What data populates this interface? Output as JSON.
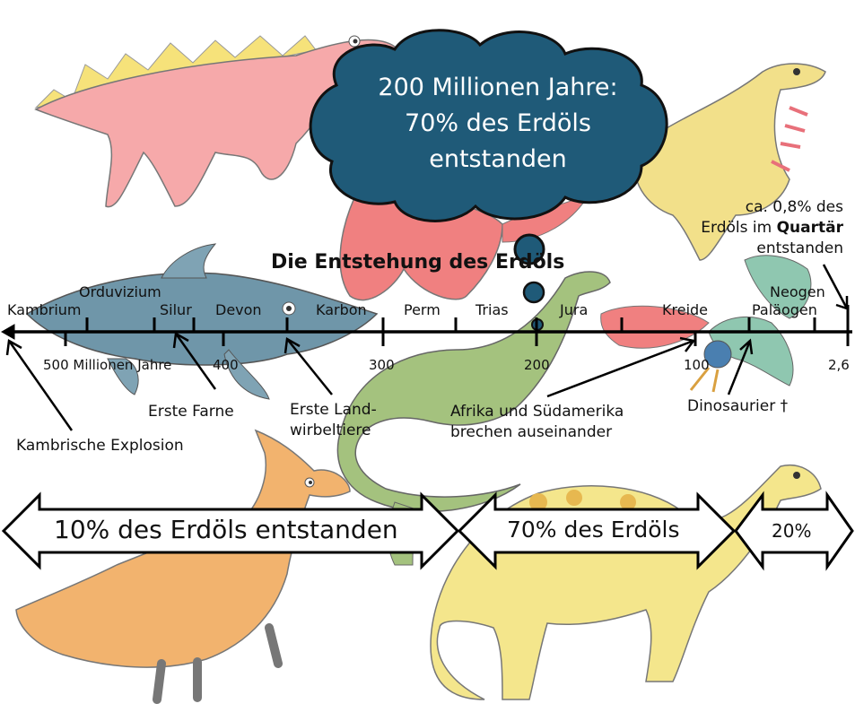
{
  "title": "Die Entstehung des Erdöls",
  "cloud": {
    "line1": "200 Millionen Jahre:",
    "line2": "70% des Erdöls",
    "line3": "entstanden"
  },
  "timeline": {
    "periods": [
      "Kambrium",
      "Orduvizium",
      "Silur",
      "Devon",
      "Karbon",
      "Perm",
      "Trias",
      "Jura",
      "Kreide",
      "Neogen",
      "Paläogen"
    ],
    "ticks": [
      "500 Millionen Jahre",
      "400",
      "300",
      "200",
      "100",
      "2,6"
    ]
  },
  "annotations": {
    "kambrische": "Kambrische Explosion",
    "farne": "Erste Farne",
    "land1": "Erste Land-",
    "land2": "wirbeltiere",
    "afrika1": "Afrika und Südamerika",
    "afrika2": "brechen auseinander",
    "dino": "Dinosaurier †",
    "quart1": "ca. 0,8% des",
    "quart2a": "Erdöls im ",
    "quart2b": "Quartär",
    "quart3": "entstanden"
  },
  "phases": {
    "a": "10% des Erdöls entstanden",
    "b": "70% des Erdöls",
    "c": "20%"
  },
  "colors": {
    "cloud": "#1f5a78",
    "text": "#111111"
  }
}
